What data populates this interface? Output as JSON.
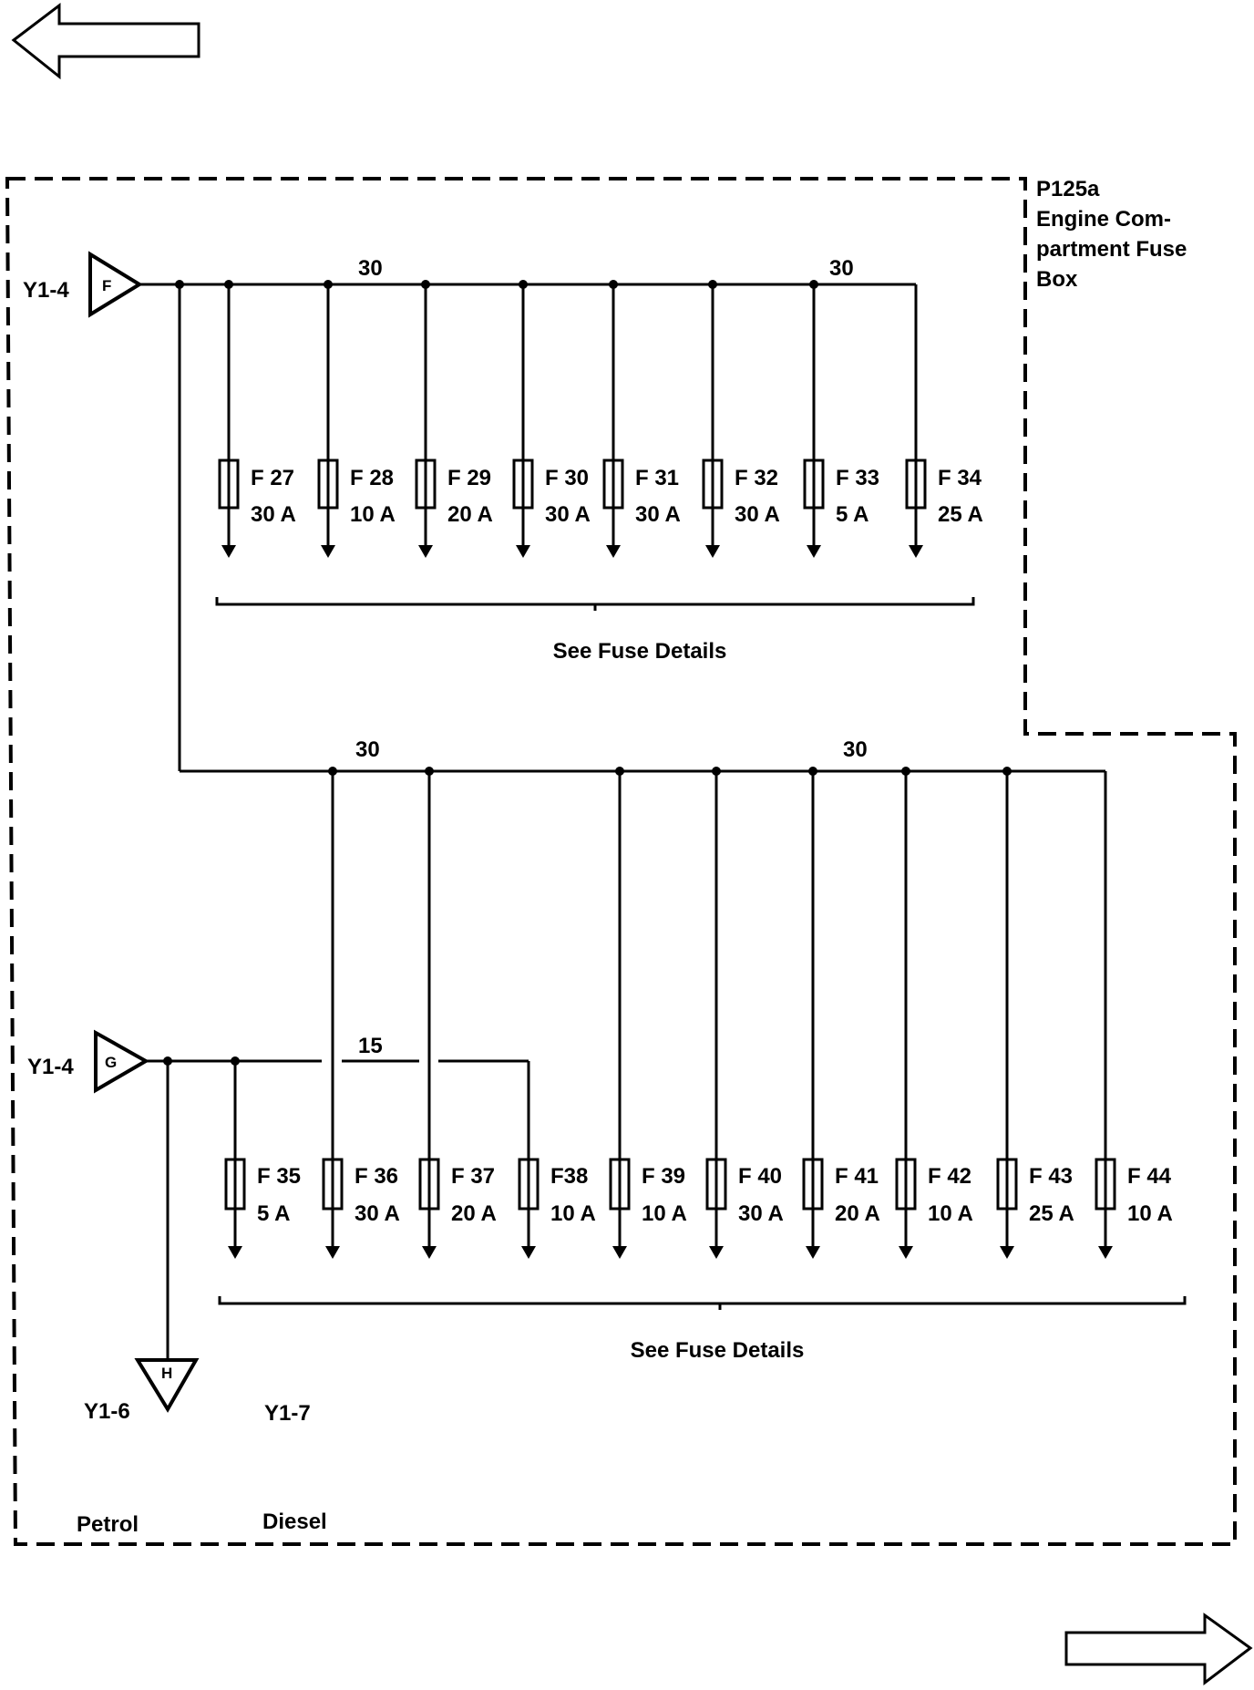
{
  "box": {
    "id": "P125a",
    "title_lines": [
      "Engine Com-",
      "partment Fuse",
      "Box"
    ]
  },
  "connectors": [
    {
      "name": "Y1-4",
      "letter": "F"
    },
    {
      "name": "Y1-4",
      "letter": "G"
    },
    {
      "name": "Y1-6",
      "letter": "H"
    },
    {
      "name": "Y1-7"
    }
  ],
  "bus_labels": {
    "top_left": "30",
    "top_right": "30",
    "mid_left": "30",
    "mid_right": "30",
    "low": "15"
  },
  "fuses_row1": [
    {
      "id": "F 27",
      "rating": "30 A"
    },
    {
      "id": "F 28",
      "rating": "10 A"
    },
    {
      "id": "F 29",
      "rating": "20 A"
    },
    {
      "id": "F 30",
      "rating": "30 A"
    },
    {
      "id": "F 31",
      "rating": "30 A"
    },
    {
      "id": "F 32",
      "rating": "30 A"
    },
    {
      "id": "F 33",
      "rating": "5 A"
    },
    {
      "id": "F 34",
      "rating": "25 A"
    }
  ],
  "fuses_row2": [
    {
      "id": "F 35",
      "rating": "5 A"
    },
    {
      "id": "F 36",
      "rating": "30 A"
    },
    {
      "id": "F 37",
      "rating": "20 A"
    },
    {
      "id": "F38",
      "rating": "10 A"
    },
    {
      "id": "F 39",
      "rating": "10 A"
    },
    {
      "id": "F 40",
      "rating": "30 A"
    },
    {
      "id": "F 41",
      "rating": "20 A"
    },
    {
      "id": "F 42",
      "rating": "10 A"
    },
    {
      "id": "F 43",
      "rating": "25 A"
    },
    {
      "id": "F 44",
      "rating": "10 A"
    }
  ],
  "details_label": "See Fuse Details",
  "variants": {
    "petrol": "Petrol",
    "diesel": "Diesel"
  },
  "nav": {
    "back_icon": "left-arrow-icon",
    "forward_icon": "right-arrow-icon"
  }
}
